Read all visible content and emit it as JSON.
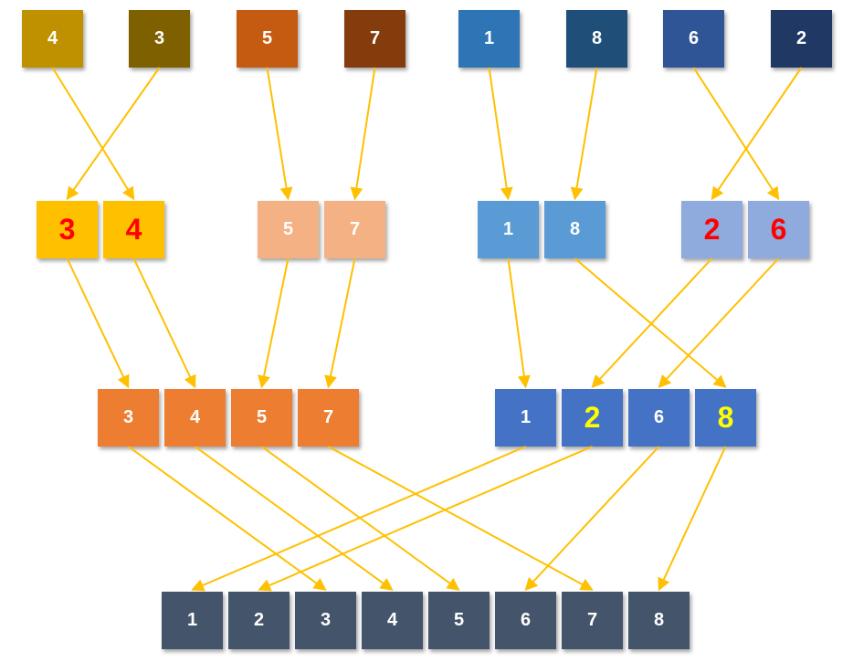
{
  "row1": [
    {
      "label": "4",
      "bg": "#BF9000",
      "fg": "#ffffff"
    },
    {
      "label": "3",
      "bg": "#7F6000",
      "fg": "#ffffff"
    },
    {
      "label": "5",
      "bg": "#C55A11",
      "fg": "#ffffff"
    },
    {
      "label": "7",
      "bg": "#843C0C",
      "fg": "#ffffff"
    },
    {
      "label": "1",
      "bg": "#2E75B6",
      "fg": "#ffffff"
    },
    {
      "label": "8",
      "bg": "#1F4E79",
      "fg": "#ffffff"
    },
    {
      "label": "6",
      "bg": "#2F5597",
      "fg": "#ffffff"
    },
    {
      "label": "2",
      "bg": "#203864",
      "fg": "#ffffff"
    }
  ],
  "row2": [
    {
      "label": "3",
      "bg": "#FFC000",
      "fg": "#FF0000",
      "emphasis": true
    },
    {
      "label": "4",
      "bg": "#FFC000",
      "fg": "#FF0000",
      "emphasis": true
    },
    {
      "label": "5",
      "bg": "#F4B183",
      "fg": "#ffffff"
    },
    {
      "label": "7",
      "bg": "#F4B183",
      "fg": "#ffffff"
    },
    {
      "label": "1",
      "bg": "#5B9BD5",
      "fg": "#ffffff"
    },
    {
      "label": "8",
      "bg": "#5B9BD5",
      "fg": "#ffffff"
    },
    {
      "label": "2",
      "bg": "#8FAADC",
      "fg": "#FF0000",
      "emphasis": true
    },
    {
      "label": "6",
      "bg": "#8FAADC",
      "fg": "#FF0000",
      "emphasis": true
    }
  ],
  "row3": [
    {
      "label": "3",
      "bg": "#ED7D31",
      "fg": "#ffffff"
    },
    {
      "label": "4",
      "bg": "#ED7D31",
      "fg": "#ffffff"
    },
    {
      "label": "5",
      "bg": "#ED7D31",
      "fg": "#ffffff"
    },
    {
      "label": "7",
      "bg": "#ED7D31",
      "fg": "#ffffff"
    },
    {
      "label": "1",
      "bg": "#4472C4",
      "fg": "#ffffff"
    },
    {
      "label": "2",
      "bg": "#4472C4",
      "fg": "#FFFF00",
      "emphasis": true
    },
    {
      "label": "6",
      "bg": "#4472C4",
      "fg": "#ffffff"
    },
    {
      "label": "8",
      "bg": "#4472C4",
      "fg": "#FFFF00",
      "emphasis": true
    }
  ],
  "row4": [
    {
      "label": "1",
      "bg": "#44546A",
      "fg": "#ffffff"
    },
    {
      "label": "2",
      "bg": "#44546A",
      "fg": "#ffffff"
    },
    {
      "label": "3",
      "bg": "#44546A",
      "fg": "#ffffff"
    },
    {
      "label": "4",
      "bg": "#44546A",
      "fg": "#ffffff"
    },
    {
      "label": "5",
      "bg": "#44546A",
      "fg": "#ffffff"
    },
    {
      "label": "6",
      "bg": "#44546A",
      "fg": "#ffffff"
    },
    {
      "label": "7",
      "bg": "#44546A",
      "fg": "#ffffff"
    },
    {
      "label": "8",
      "bg": "#44546A",
      "fg": "#ffffff"
    }
  ],
  "connections": {
    "row1_to_row2": [
      [
        0,
        1
      ],
      [
        1,
        0
      ],
      [
        2,
        2
      ],
      [
        3,
        3
      ],
      [
        4,
        4
      ],
      [
        5,
        5
      ],
      [
        6,
        7
      ],
      [
        7,
        6
      ]
    ],
    "row2_to_row3": [
      [
        0,
        0
      ],
      [
        1,
        1
      ],
      [
        2,
        2
      ],
      [
        3,
        3
      ],
      [
        4,
        4
      ],
      [
        5,
        7
      ],
      [
        6,
        5
      ],
      [
        7,
        6
      ]
    ],
    "row3_to_row4": [
      [
        0,
        2
      ],
      [
        1,
        3
      ],
      [
        2,
        4
      ],
      [
        3,
        6
      ],
      [
        4,
        0
      ],
      [
        5,
        1
      ],
      [
        6,
        5
      ],
      [
        7,
        7
      ]
    ]
  },
  "colors": {
    "arrow": "#FFC000"
  }
}
